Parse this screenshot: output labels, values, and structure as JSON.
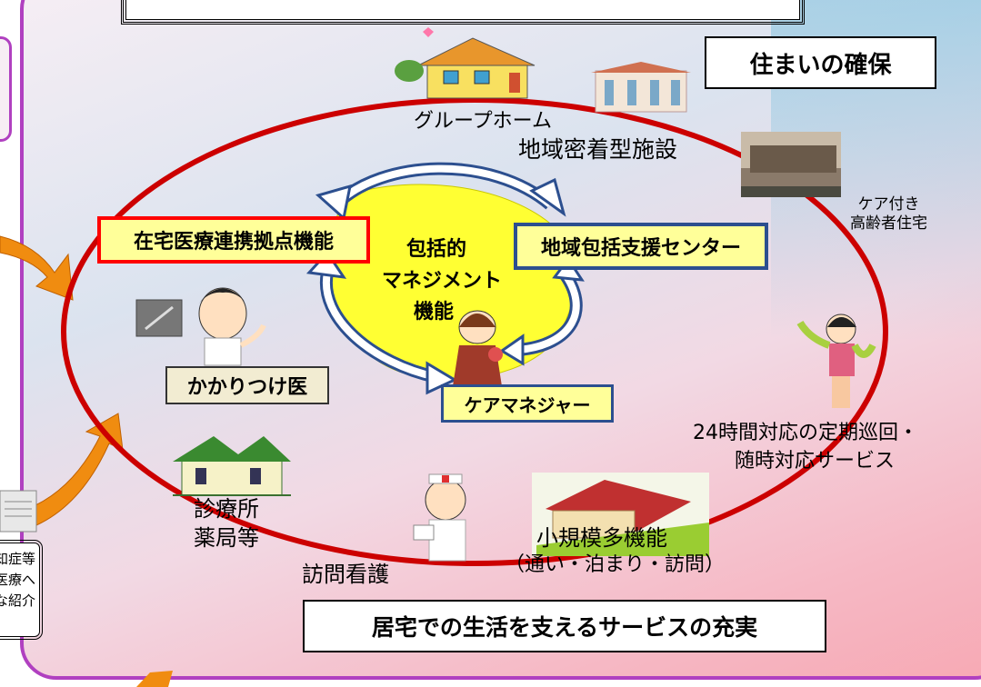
{
  "title_box_text": "",
  "housing": {
    "title": "住まいの確保",
    "group_home": "グループホーム",
    "community_facility": "地域密着型施設",
    "elderly_housing": "ケア付き\n高齢者住宅"
  },
  "core": {
    "home_medical": "在宅医療連携拠点機能",
    "management": [
      "包括的",
      "マネジメント",
      "機能"
    ],
    "support_center": "地域包括支援センター",
    "care_manager": "ケアマネジャー"
  },
  "services": {
    "family_doctor": "かかりつけ医",
    "clinic": [
      "診療所",
      "薬局等"
    ],
    "visiting_nursing": "訪問看護",
    "small_multi": "小規模多機能",
    "small_multi_sub": "（通い・泊まり・訪問）",
    "round_the_clock": [
      "24時間対応の定期巡回・",
      "随時対応サービス"
    ]
  },
  "footer": {
    "title": "居宅での生活を支えるサービスの充実"
  },
  "left_note": [
    "知症等",
    "医療へ",
    "な紹介"
  ],
  "colors": {
    "frame": "#b040c0",
    "ellipse": "#cc0000",
    "center": "#ffff33",
    "arrow_blue": "#2c4f8f",
    "orange_arrow": "#f08c10",
    "box_yellow": "#ffff99",
    "box_tan": "#f2ecd2"
  }
}
